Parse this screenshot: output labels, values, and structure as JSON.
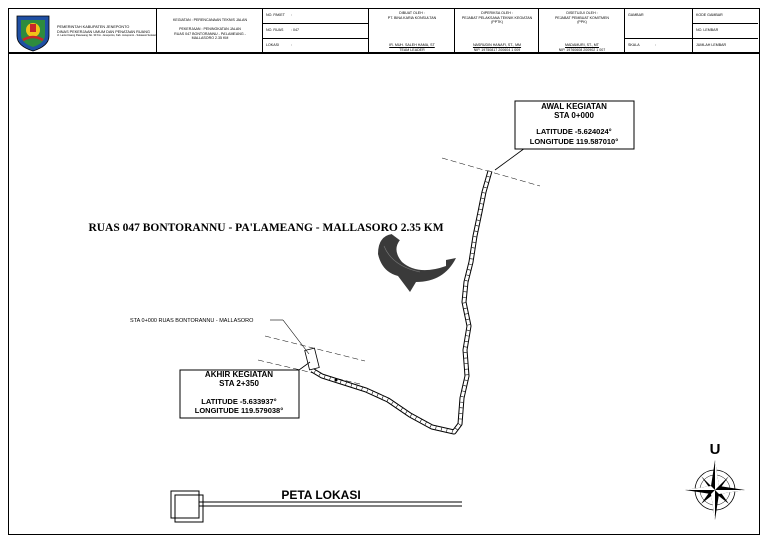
{
  "title_block": {
    "org": {
      "line1": "PEMERINTAH KABUPATEN JENEPONTO",
      "line2": "DINAS PEKERJAAN UMUM DAN PENATAAN RUANG",
      "line3": "Jl. Lanto Daeng Pasewang No. 30 Km. Jeneponto, Kab. Jeneponto - Sulawesi Selatan"
    },
    "kegiatan": "KEGIATAN : PERENCANAAN TEKNIS JALAN",
    "pekerjaan": [
      "PEKERJAAN : PENINGKATAN JALAN",
      "RUAS 047 BONTORANNU - PA'LAMEANG -",
      "MALLASORO 2.35 KM"
    ],
    "no_paket_label": "NO. PAKET",
    "no_paket_sep": ":",
    "no_ruas_label": "NO. RUAS",
    "no_ruas_value": ": 047",
    "lokasi_label": "LOKASI",
    "lokasi_sep": ":",
    "dibuat_oleh": [
      "DIBUAT OLEH :",
      "PT. BINA KARIA KONSULTAN"
    ],
    "dibuat_nama": "IR. MUH. SALEH HAMA, ST",
    "dibuat_jabatan": "TEAM LEADER",
    "diperiksa_oleh": [
      "DIPERIKSA OLEH :",
      "PEJABAT PELAKSANA TEKNIK KEGIATAN",
      "(PPTK)"
    ],
    "diperiksa_nama": "NASRUDIN HANAFI, ST., MM",
    "diperiksa_nip": "NIP. 19750817 200604 1 009",
    "disetujui_oleh": [
      "DISETUJUI OLEH :",
      "PEJABAT PEMBUAT KOMITMEN",
      "(PPK)"
    ],
    "disetujui_nama": "MADAMURI, ST., MT",
    "disetujui_nip": "NIP. 19760608 200902 1 007",
    "gambar_label": "GAMBAR",
    "skala_label": "SKALA",
    "skala_sep": ":",
    "kode_gambar_label": "KODE GAMBAR",
    "no_lembar_label": "NO. LEMBAR",
    "jumlah_lembar_label": "JUMLAH LEMBAR"
  },
  "map": {
    "road_title": "RUAS 047 BONTORANNU - PA'LAMEANG - MALLASORO 2.35 KM",
    "start_box": {
      "title": "AWAL KEGIATAN",
      "sta": "STA 0+000",
      "latitude": "LATITUDE -5.624024°",
      "longitude": "LONGITUDE 119.587010°"
    },
    "end_box": {
      "title": "AKHIR KEGIATAN",
      "sta": "STA 2+350",
      "latitude": "LATITUDE -5.633937°",
      "longitude": "LONGITUDE 119.579038°"
    },
    "junction_label": "STA 0+000 RUAS BONTORANNU - MALLASORO",
    "north_letter": "U",
    "map_label": "PETA LOKASI"
  },
  "colors": {
    "line": "#000000",
    "road_fill": "#ffffff",
    "arrow": "#3a3a3a",
    "logo_blue": "#1f4fa3",
    "logo_red": "#c8262a",
    "logo_green": "#2e8b3e",
    "logo_yellow": "#f2c418"
  }
}
